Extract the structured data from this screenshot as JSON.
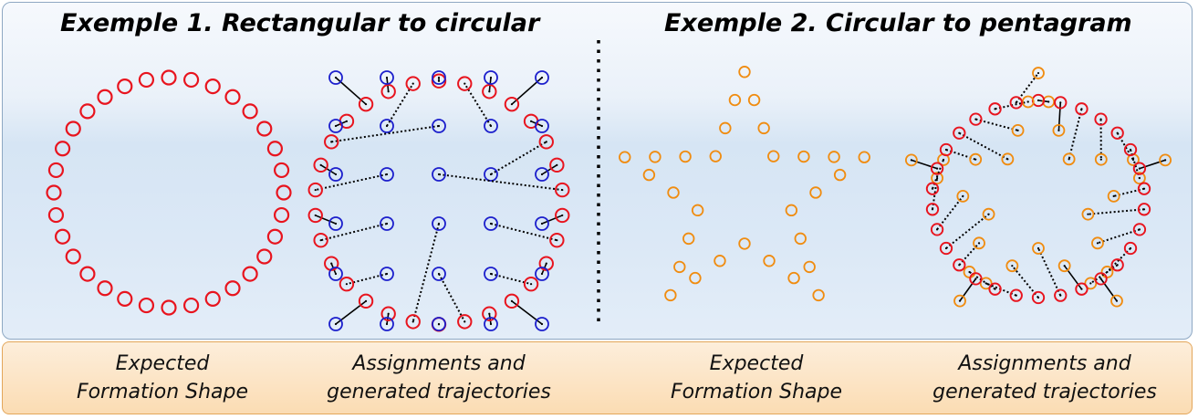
{
  "examples": [
    {
      "title": "Exemple 1. Rectangular to circular",
      "captions": [
        {
          "line1": "Expected",
          "line2": "Formation Shape"
        },
        {
          "line1": "Assignments and",
          "line2": "generated trajectories"
        }
      ]
    },
    {
      "title": "Exemple 2. Circular to pentagram",
      "captions": [
        {
          "line1": "Expected",
          "line2": "Formation Shape"
        },
        {
          "line1": "Assignments and",
          "line2": "generated trajectories"
        }
      ]
    }
  ],
  "colors": {
    "target_example1": "#e8141e",
    "start_example1": "#1b1ecc",
    "target_example2": "#f08c10",
    "start_example2": "#e8141e",
    "trajectory": "#000000"
  }
}
